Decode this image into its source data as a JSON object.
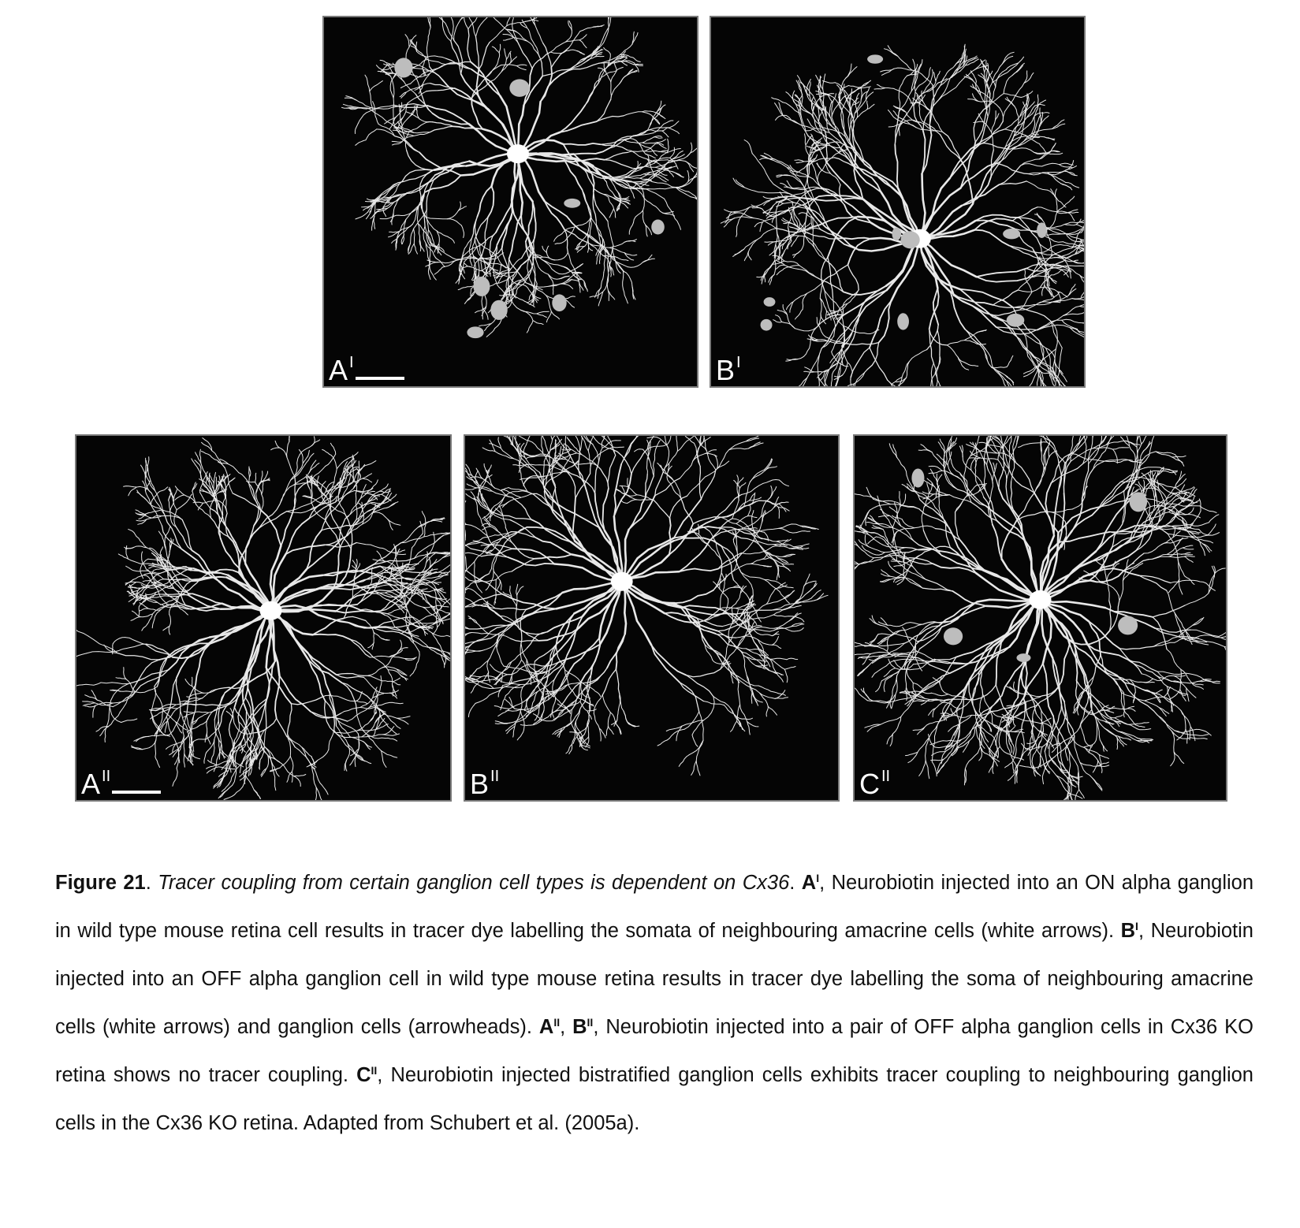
{
  "panels": [
    {
      "id": "a1",
      "letter": "A",
      "sup": "I",
      "scalebar": true
    },
    {
      "id": "b1",
      "letter": "B",
      "sup": "I",
      "scalebar": false
    },
    {
      "id": "a2",
      "letter": "A",
      "sup": "II",
      "scalebar": true
    },
    {
      "id": "b2",
      "letter": "B",
      "sup": "II",
      "scalebar": false
    },
    {
      "id": "c2",
      "letter": "C",
      "sup": "II",
      "scalebar": false
    }
  ],
  "caption": {
    "figure_label": "Figure 21",
    "title": "Tracer coupling from certain ganglion cell types is dependent on Cx36",
    "a1_label": "A",
    "a1_sup": "I",
    "a1_text": ", Neurobiotin injected into an ON alpha ganglion in wild type mouse retina cell results in tracer dye labelling the somata of neighbouring amacrine cells (white arrows). ",
    "b1_label": "B",
    "b1_sup": "I",
    "b1_text": ", Neurobiotin injected into an OFF alpha ganglion cell in wild type mouse retina results in tracer dye labelling the soma of neighbouring amacrine cells (white arrows) and ganglion cells (arrowheads). ",
    "a2_label": "A",
    "a2_sup": "II",
    "sep": ", ",
    "b2_label": "B",
    "b2_sup": "II",
    "ab2_text": ", Neurobiotin injected into a pair of OFF alpha ganglion cells in Cx36 KO retina shows no tracer coupling. ",
    "c2_label": "C",
    "c2_sup": "II",
    "c2_text": ", Neurobiotin injected bistratified ganglion cells exhibits tracer coupling to neighbouring ganglion cells in the Cx36 KO retina. Adapted from Schubert et al. (2005a)."
  }
}
